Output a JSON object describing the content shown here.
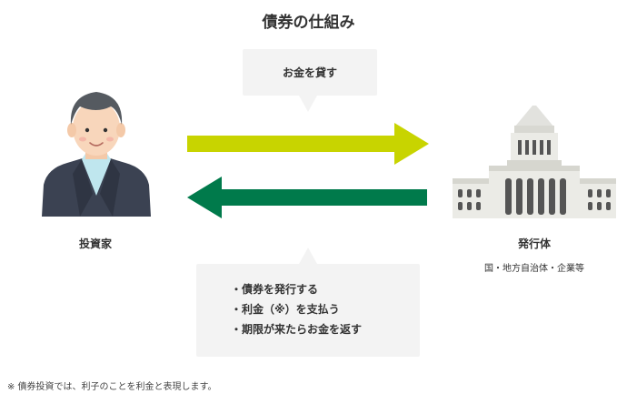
{
  "title": "債券の仕組み",
  "bubble_top": {
    "text": "お金を貸す"
  },
  "bubble_bottom": {
    "items": [
      "・債券を発行する",
      "・利金（※）を支払う",
      "・期限が来たらお金を返す"
    ]
  },
  "investor": {
    "label": "投資家",
    "icon": "person-icon"
  },
  "issuer": {
    "label": "発行体",
    "sublabel": "国・地方自治体・企業等",
    "icon": "government-building-icon"
  },
  "arrows": {
    "to_issuer": {
      "color": "#c8d400",
      "icon": "arrow-right-icon"
    },
    "to_investor": {
      "color": "#007a4b",
      "icon": "arrow-left-icon"
    }
  },
  "footnote": "※ 債券投資では、利子のことを利金と表現します。"
}
